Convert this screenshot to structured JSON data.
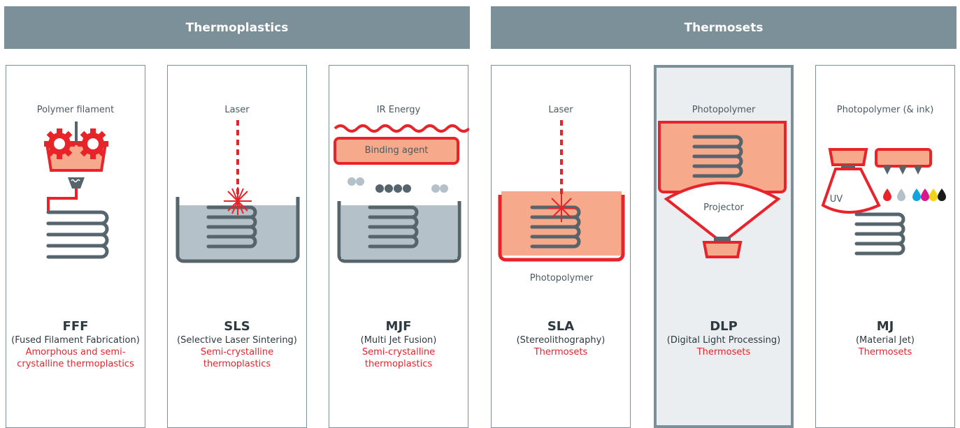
{
  "headers": {
    "thermoplastics": "Thermoplastics",
    "thermosets": "Thermosets"
  },
  "processes": [
    {
      "top_label": "Polymer filament",
      "abbr": "FFF",
      "full_name": "(Fused Filament Fabrication)",
      "material_line1": "Amorphous and semi-",
      "material_line2": "crystalline thermoplastics"
    },
    {
      "top_label": "Laser",
      "abbr": "SLS",
      "full_name": "(Selective Laser Sintering)",
      "material_line1": "Semi-crystalline",
      "material_line2": "thermoplastics"
    },
    {
      "top_label": "IR Energy",
      "abbr": "MJF",
      "full_name": "(Multi Jet Fusion)",
      "material_line1": "Semi-crystalline",
      "material_line2": "thermoplastics",
      "agent_label": "Binding agent"
    },
    {
      "top_label": "Laser",
      "abbr": "SLA",
      "full_name": "(Stereolithography)",
      "material_line1": "Thermosets",
      "bottom_label": "Photopolymer"
    },
    {
      "top_label": "Photopolymer",
      "abbr": "DLP",
      "full_name": "(Digital Light Processing)",
      "material_line1": "Thermosets",
      "projector_label": "Projector"
    },
    {
      "top_label": "Photopolymer (& ink)",
      "abbr": "MJ",
      "full_name": "(Material Jet)",
      "material_line1": "Thermosets",
      "uv_label": "UV"
    }
  ],
  "colors": {
    "red": "#e8232a",
    "grey": "#56646c",
    "header": "#7b9098",
    "resin": "#f7a98b",
    "bath": "#b4c1c8",
    "highlight": "#eaeef1"
  }
}
